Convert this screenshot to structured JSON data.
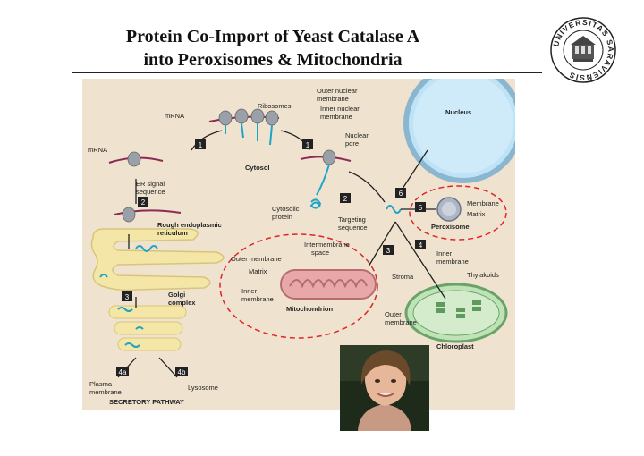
{
  "header": {
    "title_line1": "Protein Co-Import of Yeast Catalase A",
    "title_line2": "into Peroxisomes & Mitochondria"
  },
  "seal": {
    "text": "UNIVERSITAS SARAVIENSIS"
  },
  "diagram": {
    "labels": {
      "outer_nuclear_membrane": [
        "Outer nuclear",
        "membrane"
      ],
      "ribosomes": "Ribosomes",
      "inner_nuclear_membrane": [
        "Inner nuclear",
        "membrane"
      ],
      "nucleus": "Nucleus",
      "mrna_top": "mRNA",
      "nuclear_pore": [
        "Nuclear",
        "pore"
      ],
      "mrna_left": "mRNA",
      "cytosol": "Cytosol",
      "er_signal": [
        "ER signal",
        "sequence"
      ],
      "cytosolic_protein": [
        "Cytosolic",
        "protein"
      ],
      "membrane": "Membrane",
      "matrix_perox": "Matrix",
      "targeting": [
        "Targeting",
        "sequence"
      ],
      "peroxisome": "Peroxisome",
      "rough_er": [
        "Rough endoplasmic",
        "reticulum"
      ],
      "intermembrane": [
        "Intermembrane",
        "space"
      ],
      "outer_membrane_mito": "Outer membrane",
      "matrix_mito": "Matrix",
      "inner_membrane_chloro": [
        "Inner",
        "membrane"
      ],
      "thylakoids": "Thylakoids",
      "stroma": "Stroma",
      "golgi": [
        "Golgi",
        "complex"
      ],
      "inner_membrane_mito": [
        "Inner",
        "membrane"
      ],
      "mitochondrion": "Mitochondrion",
      "outer_membrane_chloro": [
        "Outer",
        "membrane"
      ],
      "chloroplast": "Chloroplast",
      "plasma_membrane": [
        "Plasma",
        "membrane"
      ],
      "lysosome": "Lysosome",
      "secretory_pathway": "SECRETORY PATHWAY"
    },
    "steps": [
      "1",
      "1",
      "2",
      "2",
      "6",
      "5",
      "3",
      "4",
      "3",
      "4a",
      "4b"
    ]
  },
  "colors": {
    "background": "#efe3cf",
    "er": "#f3e6a6",
    "nucleus": "#bfe3f6",
    "mitochondrion": "#e8a8aa",
    "chloroplast": "#bfe3b6",
    "protein": "#1fa4c6",
    "mrna": "#8a2a55",
    "highlight": "#e0242a",
    "step_box": "#222222"
  }
}
